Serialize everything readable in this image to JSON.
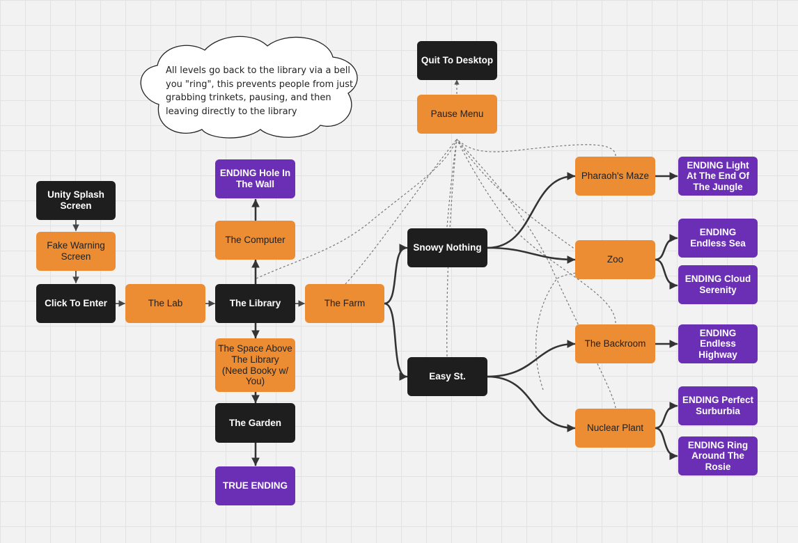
{
  "note": "All levels go back to the library via a bell you \"ring\", this prevents people from just grabbing trinkets, pausing, and then leaving directly to the library",
  "nodes": {
    "quit": "Quit To Desktop",
    "pause": "Pause Menu",
    "ending_hole": "ENDING Hole In The Wall",
    "unity": "Unity Splash Screen",
    "fake_warning": "Fake Warning Screen",
    "click_enter": "Click To Enter",
    "lab": "The Lab",
    "library": "The Library",
    "computer": "The Computer",
    "farm": "The Farm",
    "space_above": "The Space Above The Library (Need Booky w/ You)",
    "garden": "The Garden",
    "true_ending": "TRUE ENDING",
    "snowy": "Snowy Nothing",
    "easy": "Easy St.",
    "pharaoh": "Pharaoh's Maze",
    "zoo": "Zoo",
    "backroom": "The Backroom",
    "nuclear": "Nuclear Plant",
    "ending_light": "ENDING Light At The End Of The Jungle",
    "ending_sea": "ENDING Endless Sea",
    "ending_cloud": "ENDING Cloud Serenity",
    "ending_highway": "ENDING Endless Highway",
    "ending_suburbia": "ENDING Perfect Surburbia",
    "ending_rosie": "ENDING Ring Around The Rosie"
  },
  "colors": {
    "start_node": "#1e1e1e",
    "level_node": "#ec8d33",
    "ending_node": "#6b2fb5",
    "edge": "#333333",
    "dashed_edge": "#777777"
  }
}
